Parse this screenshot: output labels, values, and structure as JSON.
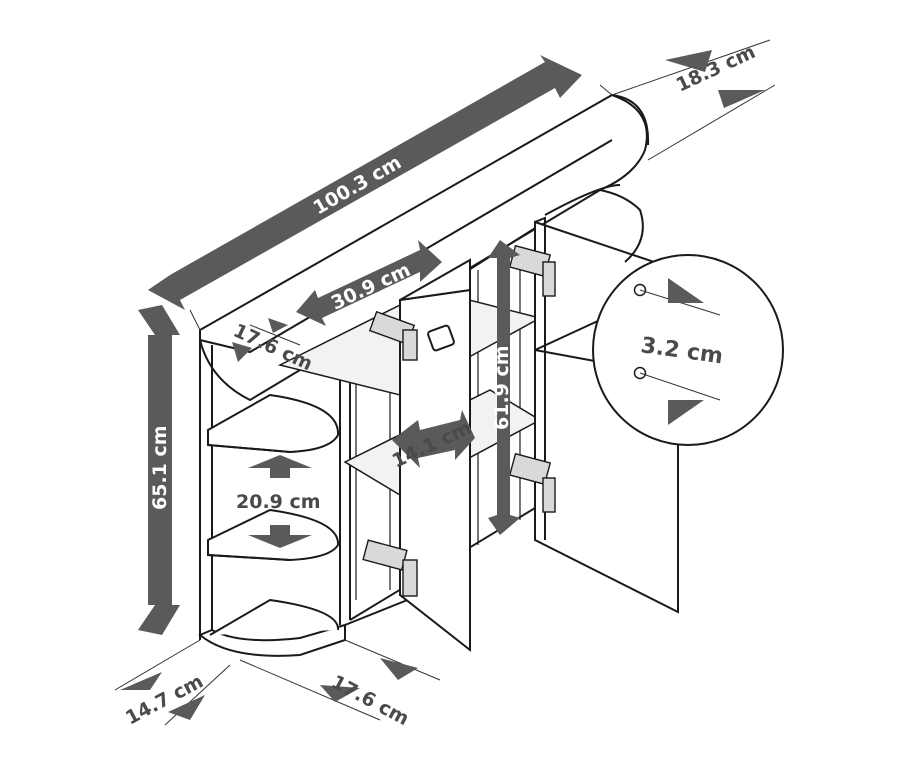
{
  "dimensions": {
    "total_width": "100.3 cm",
    "depth_top": "18.3 cm",
    "height": "65.1 cm",
    "door_width": "30.9 cm",
    "shelf_depth_left": "17.6 cm",
    "shelf_spacing": "20.9 cm",
    "inner_height": "61.9 cm",
    "shelf_depth_inner": "14.1 cm",
    "hole_spacing": "3.2 cm",
    "base_depth_left": "14.7 cm",
    "base_depth_right": "17.6 cm"
  },
  "colors": {
    "arrow": "#5a5a5a",
    "line": "#1a1a1a",
    "background": "#ffffff"
  }
}
